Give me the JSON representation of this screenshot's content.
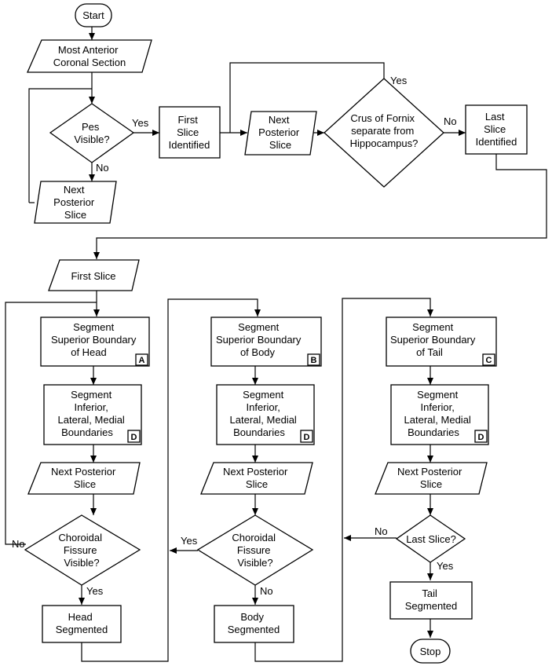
{
  "nodes": {
    "start": "Start",
    "most_anterior": [
      "Most Anterior",
      "Coronal Section"
    ],
    "pes_visible": [
      "Pes",
      "Visible?"
    ],
    "next_posterior_1": [
      "Next",
      "Posterior",
      "Slice"
    ],
    "first_slice_identified": [
      "First",
      "Slice",
      "Identified"
    ],
    "next_posterior_2": [
      "Next",
      "Posterior",
      "Slice"
    ],
    "crus_fornix": [
      "Crus of Fornix",
      "separate from",
      "Hippocampus?"
    ],
    "last_slice_identified": [
      "Last",
      "Slice",
      "Identified"
    ],
    "first_slice": "First Slice",
    "seg_sup_head": [
      "Segment",
      "Superior Boundary",
      "of Head"
    ],
    "seg_inf_head": [
      "Segment",
      "Inferior,",
      "Lateral, Medial",
      "Boundaries"
    ],
    "next_post_head": [
      "Next Posterior",
      "Slice"
    ],
    "choroidal_head": [
      "Choroidal",
      "Fissure",
      "Visible?"
    ],
    "head_segmented": [
      "Head",
      "Segmented"
    ],
    "seg_sup_body": [
      "Segment",
      "Superior Boundary",
      "of Body"
    ],
    "seg_inf_body": [
      "Segment",
      "Inferior,",
      "Lateral, Medial",
      "Boundaries"
    ],
    "next_post_body": [
      "Next Posterior",
      "Slice"
    ],
    "choroidal_body": [
      "Choroidal",
      "Fissure",
      "Visible?"
    ],
    "body_segmented": [
      "Body",
      "Segmented"
    ],
    "seg_sup_tail": [
      "Segment",
      "Superior Boundary",
      "of Tail"
    ],
    "seg_inf_tail": [
      "Segment",
      "Inferior,",
      "Lateral, Medial",
      "Boundaries"
    ],
    "next_post_tail": [
      "Next Posterior",
      "Slice"
    ],
    "last_slice_q": "Last Slice?",
    "tail_segmented": [
      "Tail",
      "Segmented"
    ],
    "stop": "Stop"
  },
  "tags": {
    "a": "A",
    "b": "B",
    "c": "C",
    "d": "D"
  },
  "edge_labels": {
    "pes_yes": "Yes",
    "pes_no": "No",
    "crus_yes": "Yes",
    "crus_no": "No",
    "head_no": "No",
    "head_yes": "Yes",
    "body_yes": "Yes",
    "body_no": "No",
    "last_no": "No",
    "last_yes": "Yes"
  }
}
